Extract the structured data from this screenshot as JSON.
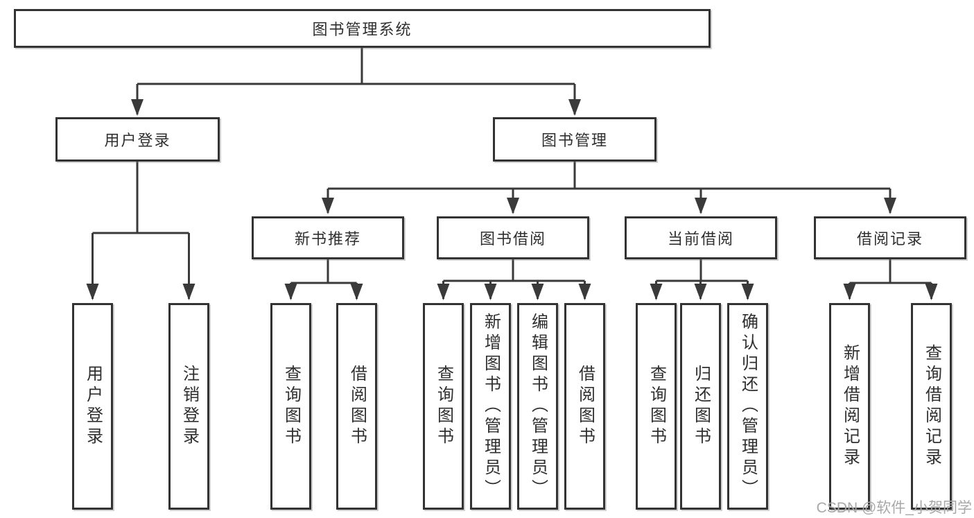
{
  "colors": {
    "line": "#3a3a3a",
    "border": "#333333",
    "text": "#2f2f2f",
    "watermark": "#a8a8a8",
    "background": "#ffffff"
  },
  "watermark": "CSDN @软件_小贺同学",
  "tree": {
    "label": "图书管理系统",
    "children": [
      {
        "label": "用户登录",
        "children": [
          {
            "label": "用户登录"
          },
          {
            "label": "注销登录"
          }
        ]
      },
      {
        "label": "图书管理",
        "children": [
          {
            "label": "新书推荐",
            "children": [
              {
                "label": "查询图书"
              },
              {
                "label": "借阅图书"
              }
            ]
          },
          {
            "label": "图书借阅",
            "children": [
              {
                "label": "查询图书"
              },
              {
                "label": "新增图书（管理员）"
              },
              {
                "label": "编辑图书（管理员）"
              },
              {
                "label": "借阅图书"
              }
            ]
          },
          {
            "label": "当前借阅",
            "children": [
              {
                "label": "查询图书"
              },
              {
                "label": "归还图书"
              },
              {
                "label": "确认归还（管理员）"
              }
            ]
          },
          {
            "label": "借阅记录",
            "children": [
              {
                "label": "新增借阅记录"
              },
              {
                "label": "查询借阅记录"
              }
            ]
          }
        ]
      }
    ]
  }
}
